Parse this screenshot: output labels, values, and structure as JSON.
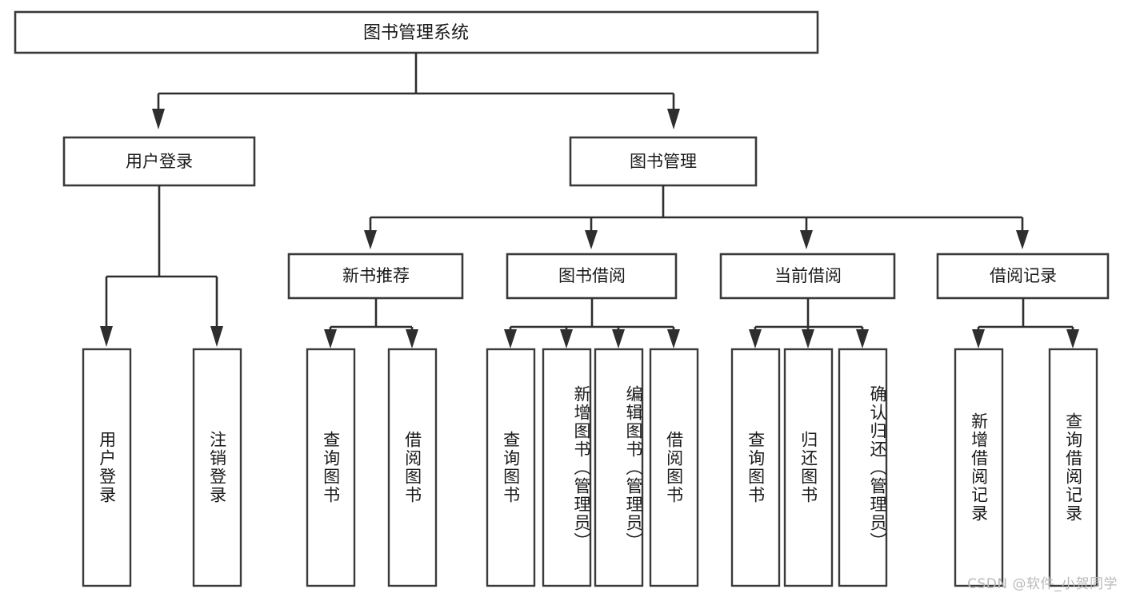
{
  "diagram": {
    "title_node": {
      "label": "图书管理系统"
    },
    "level2": [
      {
        "label": "用户登录"
      },
      {
        "label": "图书管理"
      }
    ],
    "level3": [
      {
        "label": "新书推荐"
      },
      {
        "label": "图书借阅"
      },
      {
        "label": "当前借阅"
      },
      {
        "label": "借阅记录"
      }
    ],
    "leaves": {
      "user_login": [
        {
          "label": "用户登录"
        },
        {
          "label": "注销登录"
        }
      ],
      "new_book_recommend": [
        {
          "label": "查询图书"
        },
        {
          "label": "借阅图书"
        }
      ],
      "book_borrow": [
        {
          "label": "查询图书"
        },
        {
          "label": "新增图书（管理员）"
        },
        {
          "label": "编辑图书（管理员）"
        },
        {
          "label": "借阅图书"
        }
      ],
      "current_borrow": [
        {
          "label": "查询图书"
        },
        {
          "label": "归还图书"
        },
        {
          "label": "确认归还（管理员）"
        }
      ],
      "borrow_records": [
        {
          "label": "新增借阅记录"
        },
        {
          "label": "查询借阅记录"
        }
      ]
    }
  },
  "watermark": {
    "text": "CSDN @软件_小贺同学"
  },
  "colors": {
    "background": "#ffffff",
    "box_stroke": "#3a3a3a",
    "connector": "#2e2e2e",
    "text": "#1a1a1a",
    "watermark": "#b9b9b9"
  }
}
